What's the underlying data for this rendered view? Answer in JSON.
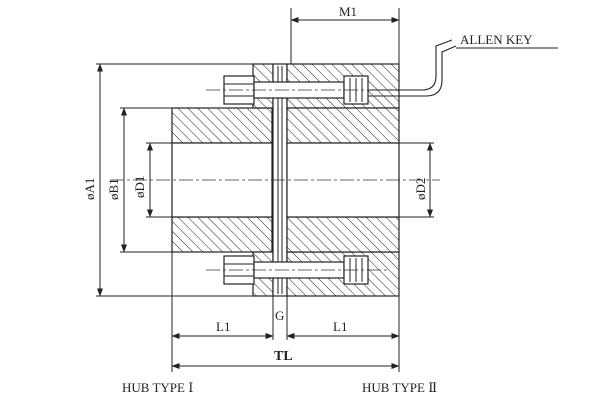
{
  "labels": {
    "m1": "M1",
    "allen_key": "ALLEN KEY",
    "a1": "øA1",
    "b1": "øB1",
    "d1": "øD1",
    "d2": "øD2",
    "l1_left": "L1",
    "l1_right": "L1",
    "g": "G",
    "tl": "TL",
    "hub_type_1": "HUB TYPE Ⅰ",
    "hub_type_2": "HUB TYPE Ⅱ"
  },
  "colors": {
    "line": "#222222",
    "background": "#ffffff"
  }
}
